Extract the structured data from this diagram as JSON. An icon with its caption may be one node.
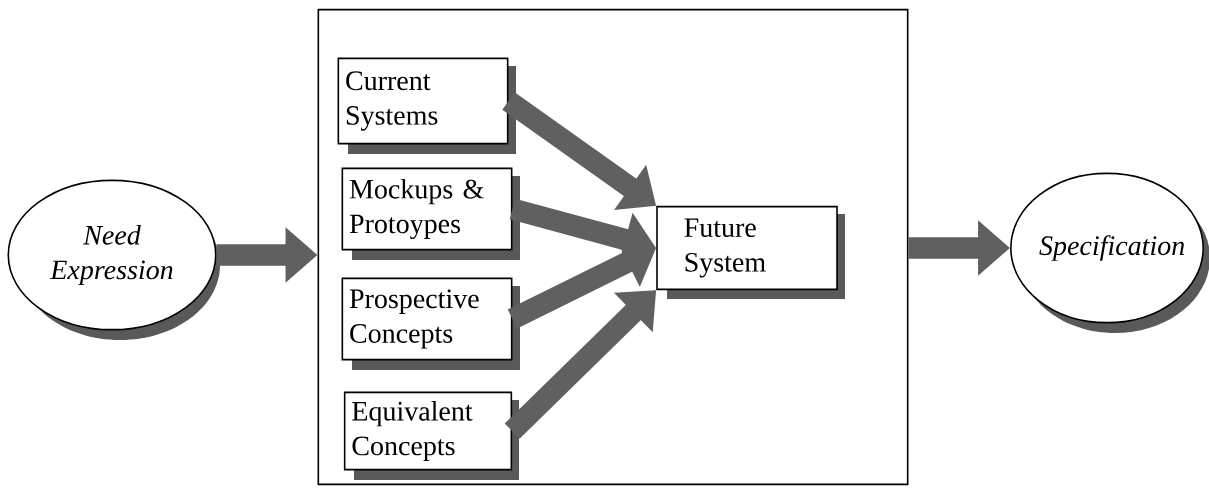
{
  "diagram": {
    "nodes": [
      {
        "text": [
          "Need Expression"
        ]
      },
      {
        "text": [],
        "shape": "box"
      },
      {
        "text": [
          "Current Systems"
        ],
        "in": 1
      },
      {
        "text": [
          "Mockups & Protoypes"
        ],
        "in": 1
      },
      {
        "text": [
          "Prospective Concepts"
        ],
        "in": 1
      },
      {
        "text": [
          "Equivalent Concepts"
        ],
        "in": 1
      },
      {
        "text": [
          "Future System"
        ],
        "in": 1
      },
      {
        "text": [
          "Specification"
        ]
      }
    ],
    "edges": [
      {
        "from": 0,
        "to": 1,
        "arrow": "to"
      },
      {
        "from": 2,
        "to": 6,
        "arrow": "to"
      },
      {
        "from": 3,
        "to": 6,
        "arrow": "to"
      },
      {
        "from": 4,
        "to": 6,
        "arrow": "to"
      },
      {
        "from": 5,
        "to": 6,
        "arrow": "to"
      },
      {
        "from": 1,
        "to": 7,
        "arrow": "to"
      }
    ]
  }
}
